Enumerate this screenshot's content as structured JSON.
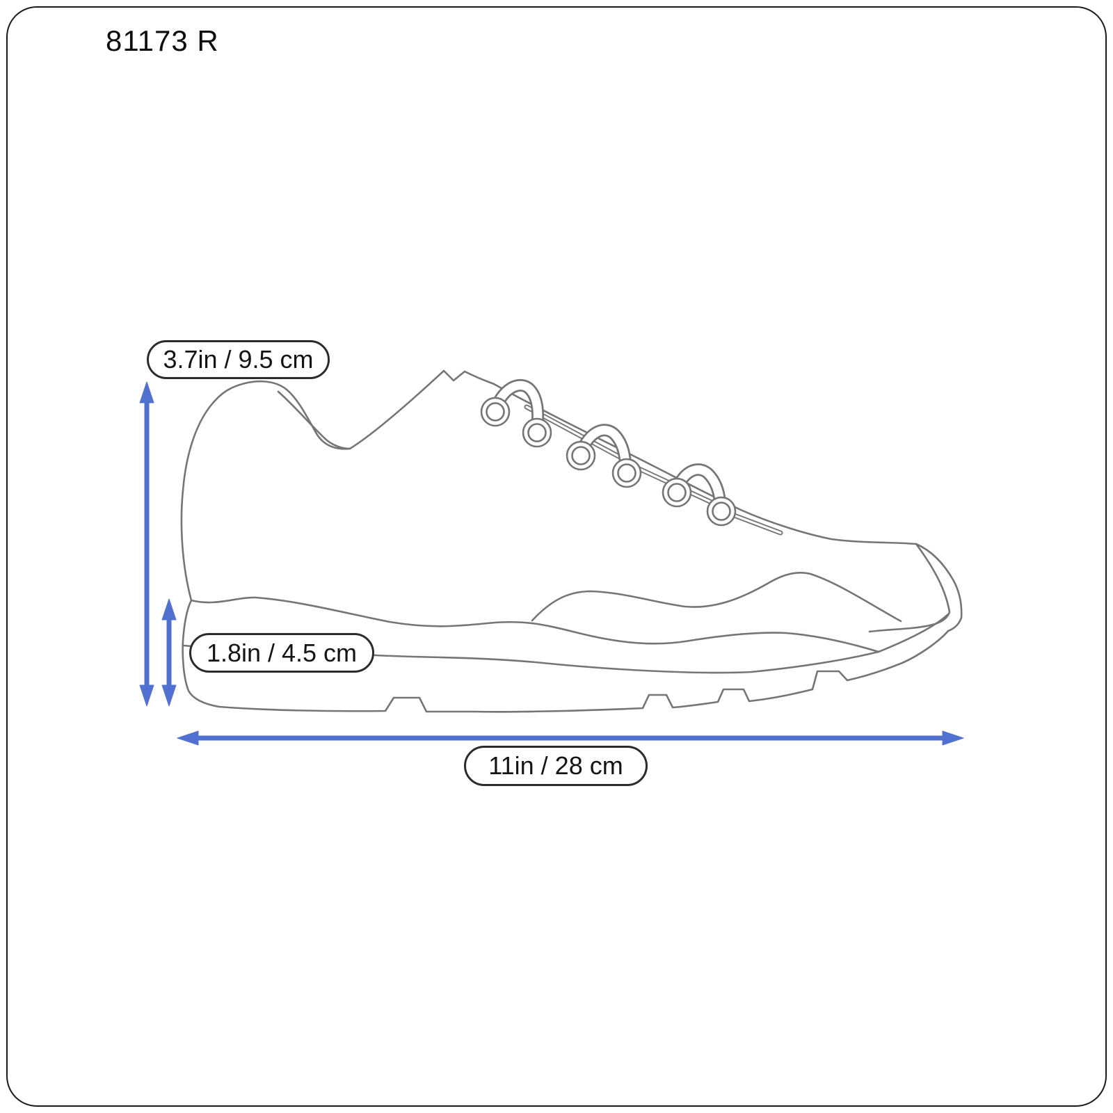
{
  "frame": {
    "background": "#ffffff",
    "border_color": "#1a1a1a"
  },
  "title": "81173 R",
  "diagram": {
    "subject": "running-shoe-side-view-line-drawing",
    "style": "outline line art, laces with three eyelet pairs, treaded outsole",
    "outline_color": "#757575",
    "arrow_color": "#5171d1",
    "label_border_color": "#2b2b2b",
    "measurements": [
      {
        "id": "overall-height",
        "label": "3.7in / 9.5 cm",
        "inches": "3.7in",
        "centimeters": "9.5 cm",
        "axis": "vertical",
        "describes": "total shoe height"
      },
      {
        "id": "sole-height",
        "label": "1.8in / 4.5 cm",
        "inches": "1.8in",
        "centimeters": "4.5 cm",
        "axis": "vertical",
        "describes": "sole thickness"
      },
      {
        "id": "length",
        "label": "11in / 28 cm",
        "inches": "11in",
        "centimeters": "28 cm",
        "axis": "horizontal",
        "describes": "outsole length"
      }
    ]
  }
}
